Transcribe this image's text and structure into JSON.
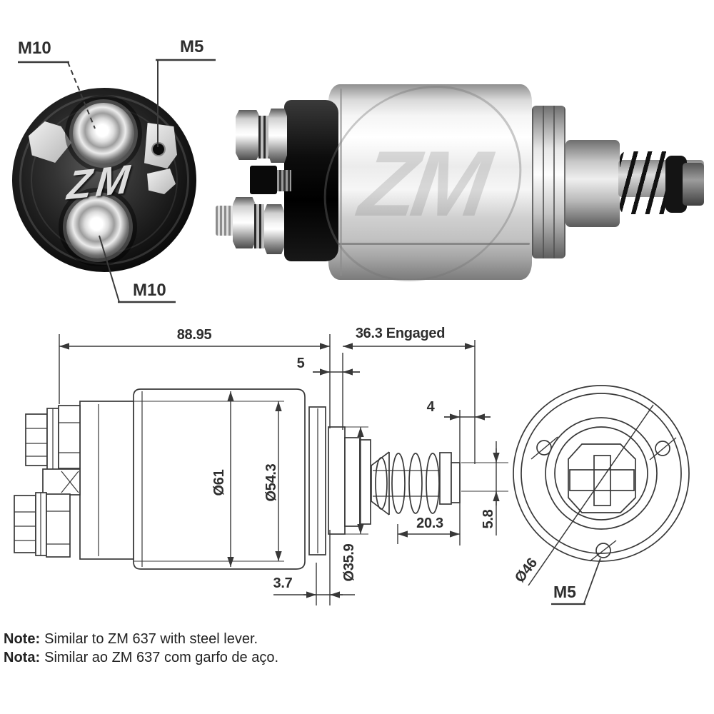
{
  "callouts": {
    "m10_top": "M10",
    "m5_top": "M5",
    "m10_bottom": "M10",
    "m5_front": "M5"
  },
  "dimensions": {
    "overall_length": "88.95",
    "engaged": "36.3 Engaged",
    "step": "5",
    "pin_width": "4",
    "body_dia": "Ø61",
    "flange_dia": "Ø54.3",
    "boss_dia": "Ø35.9",
    "travel": "20.3",
    "pin_height": "5.8",
    "cap_offset": "3.7",
    "bolt_circle_dia": "Ø46"
  },
  "branding": {
    "watermark": "ZM",
    "endview_mark": "ZM"
  },
  "notes": [
    {
      "label": "Note:",
      "text": "Similar to ZM 637 with steel lever."
    },
    {
      "label": "Nota:",
      "text": "Similar ao ZM 637 com garfo de aço."
    }
  ]
}
